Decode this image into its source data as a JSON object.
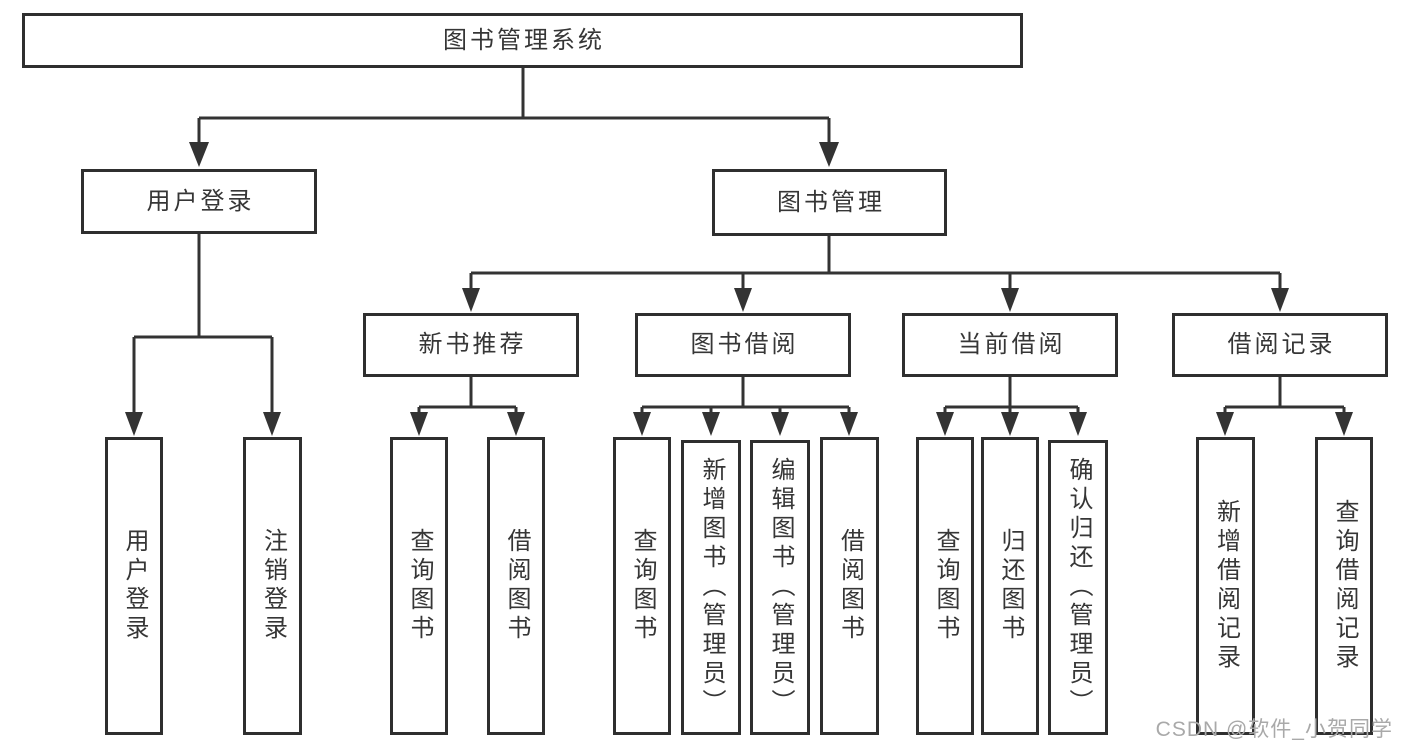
{
  "diagram_title": "图书管理系统",
  "tree": {
    "label": "图书管理系统",
    "children": [
      {
        "label": "用户登录",
        "children": [
          {
            "label": "用户登录"
          },
          {
            "label": "注销登录"
          }
        ]
      },
      {
        "label": "图书管理",
        "children": [
          {
            "label": "新书推荐",
            "children": [
              {
                "label": "查询图书"
              },
              {
                "label": "借阅图书"
              }
            ]
          },
          {
            "label": "图书借阅",
            "children": [
              {
                "label": "查询图书"
              },
              {
                "label": "新增图书（管理员）"
              },
              {
                "label": "编辑图书（管理员）"
              },
              {
                "label": "借阅图书"
              }
            ]
          },
          {
            "label": "当前借阅",
            "children": [
              {
                "label": "查询图书"
              },
              {
                "label": "归还图书"
              },
              {
                "label": "确认归还（管理员）"
              }
            ]
          },
          {
            "label": "借阅记录",
            "children": [
              {
                "label": "新增借阅记录"
              },
              {
                "label": "查询借阅记录"
              }
            ]
          }
        ]
      }
    ]
  },
  "watermark": {
    "text": "CSDN @软件_小贺同学"
  },
  "style": {
    "background": "#ffffff",
    "box_fill": "#ffffff",
    "box_border_color": "#2f2f2f",
    "line_color": "#333333",
    "text_color": "#363636",
    "watermark_color": "#a9a9a9"
  }
}
